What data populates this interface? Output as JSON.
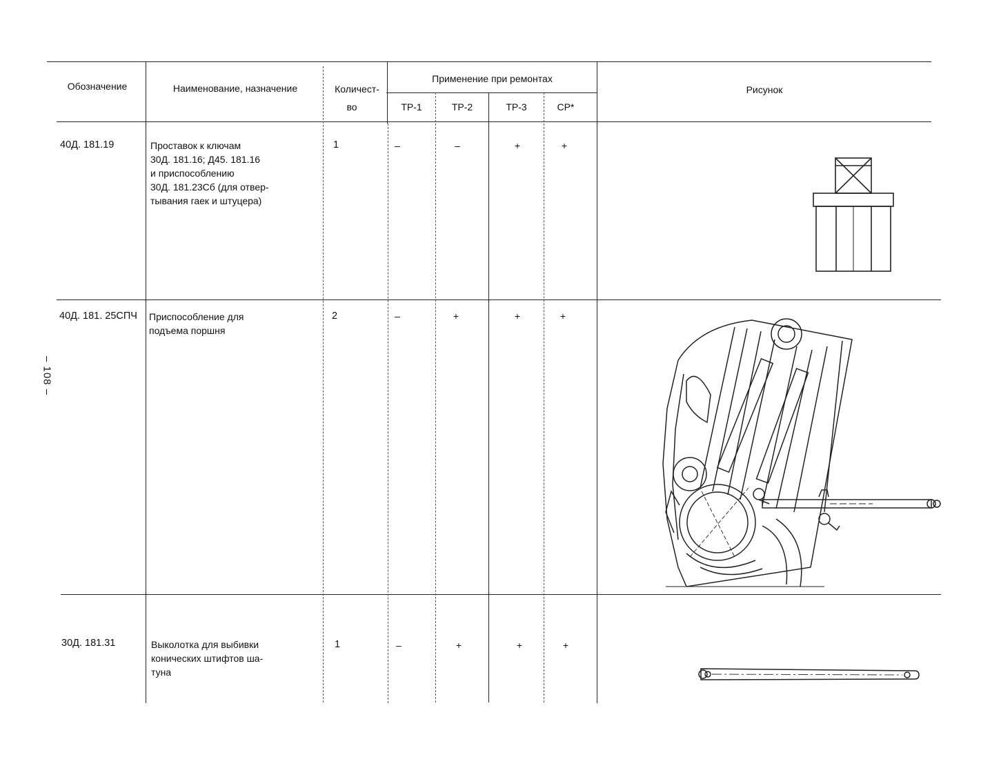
{
  "page_number": "– 108 –",
  "header": {
    "designation": "Обозначение",
    "name": "Наименование, назначение",
    "quantity_line1": "Количест-",
    "quantity_line2": "во",
    "repairs_group": "Применение при ремонтах",
    "repairs": [
      "ТР-1",
      "ТР-2",
      "ТР-3",
      "СР*"
    ],
    "figure": "Рисунок"
  },
  "rows": [
    {
      "designation": "40Д. 181.19",
      "name_lines": [
        "Проставок к ключам",
        "30Д. 181.16;  Д45. 181.16",
        "и приспособлению",
        "30Д. 181.23Сб  (для отвер-",
        "тывания гаек и штуцера)"
      ],
      "quantity": "1",
      "repairs": [
        "–",
        "–",
        "+",
        "+"
      ],
      "figure_icon": "spacer-drawing-icon"
    },
    {
      "designation": "40Д. 181. 25СПЧ",
      "name_lines": [
        "Приспособление для",
        "подъема поршня"
      ],
      "quantity": "2",
      "repairs": [
        "–",
        "+",
        "+",
        "+"
      ],
      "figure_icon": "piston-lifting-device-drawing-icon"
    },
    {
      "designation": "30Д. 181.31",
      "name_lines": [
        "Выколотка для выбивки",
        "конических штифтов ша-",
        "туна"
      ],
      "quantity": "1",
      "repairs": [
        "–",
        "+",
        "+",
        "+"
      ],
      "figure_icon": "drift-punch-drawing-icon"
    }
  ]
}
